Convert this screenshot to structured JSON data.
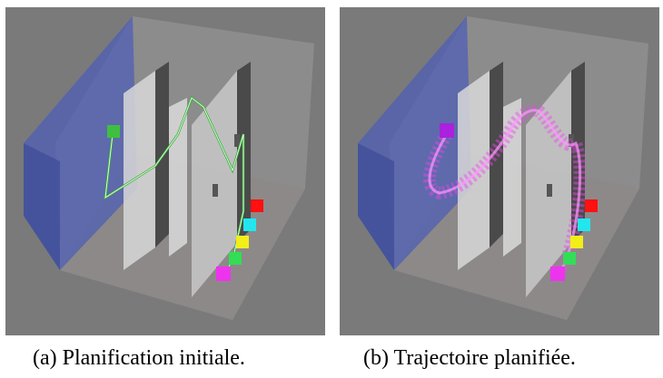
{
  "figure": {
    "panels": [
      {
        "id": "a",
        "caption": "(a) Planification initiale.",
        "path_color": "#3aa83a",
        "start_color": "#3fbf3f",
        "goal_color": "#ee33ee"
      },
      {
        "id": "b",
        "caption": "(b) Trajectoire planifiée.",
        "path_color": "#ee44ee",
        "start_color": "#aa22dd",
        "goal_color": "#ee33ee"
      }
    ],
    "block_colors": [
      "#ff1111",
      "#22e6ee",
      "#f2ee1a",
      "#33dd55"
    ],
    "colors": {
      "background": "#7a7a7a",
      "blue_wall": "#4f5fb5",
      "glass": "#c8c8c8",
      "dark_wall": "#4a4a4a"
    }
  }
}
